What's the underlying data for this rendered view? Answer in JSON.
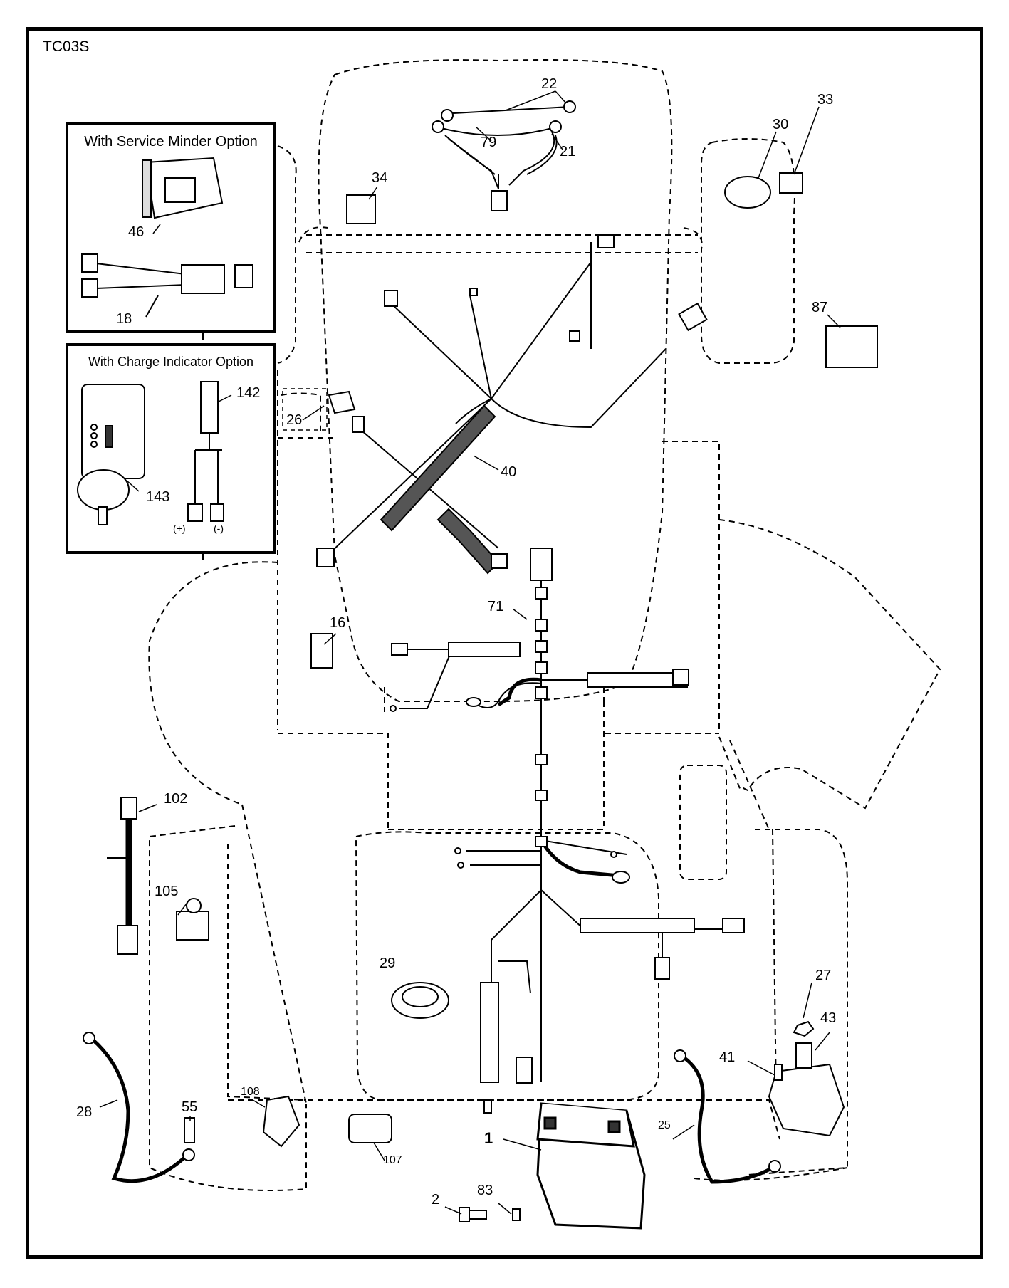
{
  "diagram_code": "TC03S",
  "option_boxes": {
    "service_minder": {
      "title": "With Service Minder Option"
    },
    "charge_indicator": {
      "title": "With Charge Indicator Option",
      "plus_label": "(+)",
      "minus_label": "(-)"
    }
  },
  "callouts": {
    "c22": "22",
    "c79": "79",
    "c21": "21",
    "c34": "34",
    "c30": "30",
    "c33": "33",
    "c46": "46",
    "c18": "18",
    "c87": "87",
    "c142": "142",
    "c26": "26",
    "c40": "40",
    "c143": "143",
    "c71": "71",
    "c16": "16",
    "c102": "102",
    "c105": "105",
    "c29": "29",
    "c27": "27",
    "c41": "41",
    "c43": "43",
    "c28": "28",
    "c55": "55",
    "c108": "108",
    "c107": "107",
    "c1": "1",
    "c25": "25",
    "c2": "2",
    "c83": "83"
  }
}
